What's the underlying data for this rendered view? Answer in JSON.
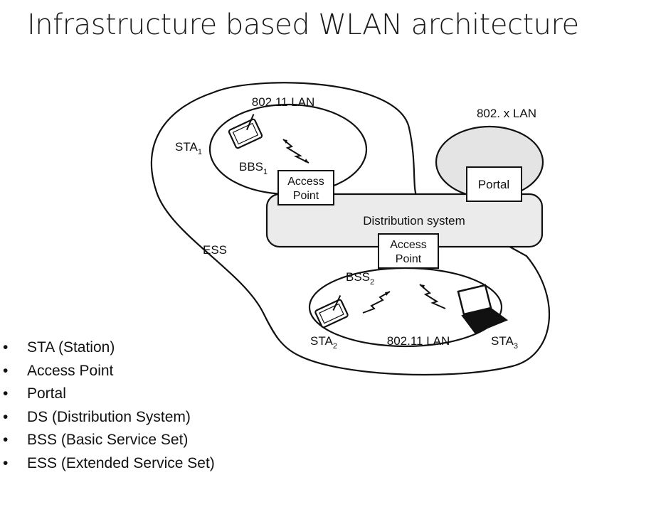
{
  "slide": {
    "title": "Infrastructure based WLAN architecture"
  },
  "diagram": {
    "labels": {
      "lan_top": "802.11 LAN",
      "lan_x": "802. x LAN",
      "sta1": "STA",
      "sta1_sub": "1",
      "bbs1": "BBS",
      "bbs1_sub": "1",
      "ap1_line1": "Access",
      "ap1_line2": "Point",
      "portal": "Portal",
      "distribution_system": "Distribution system",
      "ess": "ESS",
      "ap2_line1": "Access",
      "ap2_line2": "Point",
      "bss2": "BSS",
      "bss2_sub": "2",
      "sta2": "STA",
      "sta2_sub": "2",
      "lan_bottom": "802.11 LAN",
      "sta3": "STA",
      "sta3_sub": "3"
    }
  },
  "bullets": [
    "STA (Station)",
    "Access Point",
    "Portal",
    "DS (Distribution System)",
    "BSS (Basic Service Set)",
    "ESS (Extended Service Set)"
  ]
}
